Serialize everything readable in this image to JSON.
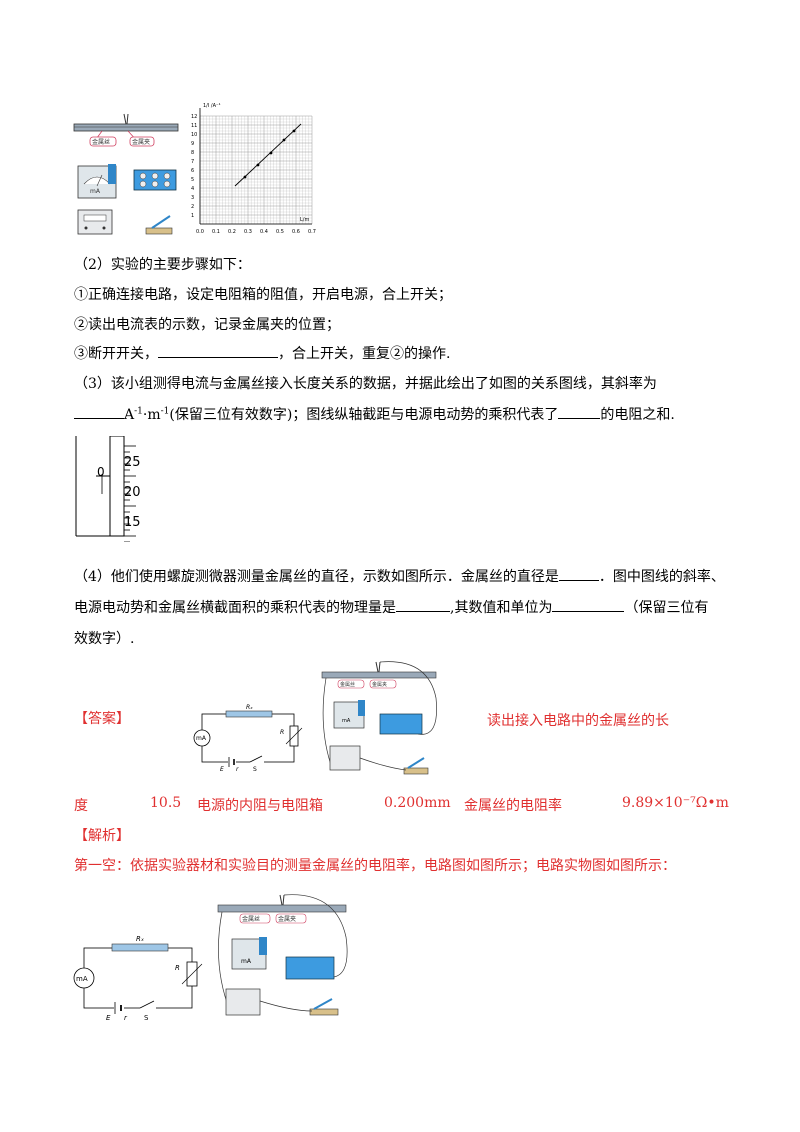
{
  "figure_top": {
    "rod_labels": [
      "金属丝",
      "金属夹"
    ],
    "ammeter_label": "mA",
    "graph": {
      "ylabel": "1/I /A⁻¹",
      "xlabel": "L/m",
      "yticks": [
        "1",
        "2",
        "3",
        "4",
        "5",
        "6",
        "7",
        "8",
        "9",
        "10",
        "11",
        "12"
      ],
      "xticks": [
        "0.0",
        "0.1",
        "0.2",
        "0.3",
        "0.4",
        "0.5",
        "0.6",
        "0.7"
      ]
    }
  },
  "step2": {
    "title": "（2）实验的主要步骤如下：",
    "s1": "①正确连接电路，设定电阻箱的阻值，开启电源，合上开关；",
    "s2": "②读出电流表的示数，记录金属夹的位置；",
    "s3_a": "③断开开关，",
    "s3_b": "，合上开关，重复②的操作."
  },
  "step3": {
    "a": "（3）该小组测得电流与金属丝接入长度关系的数据，并据此绘出了如图的关系图线，其斜率为",
    "unit_a": "A",
    "unit_exp1": "-1",
    "unit_b": "·m",
    "unit_exp2": "-1",
    "b": "(保留三位有效数字)；图线纵轴截距与电源电动势的乘积代表了",
    "c": "的电阻之和."
  },
  "micrometer": {
    "labels": [
      "25",
      "20",
      "15"
    ],
    "zero": "0"
  },
  "step4": {
    "a": "（4）他们使用螺旋测微器测量金属丝的直径，示数如图所示．金属丝的直径是",
    "b": "．图中图线的斜率、",
    "c": "电源电动势和金属丝横截面积的乘积代表的物理量是",
    "d": ",其数值和单位为",
    "e": "（保留三位有",
    "f": "效数字）."
  },
  "answer": {
    "label": "【答案】",
    "text1": "读出接入电路中的金属丝的长",
    "text2": "度",
    "v1": "10.5",
    "v2": "电源的内阻与电阻箱",
    "v3": "0.200mm",
    "v4": "金属丝的电阻率",
    "v5": "9.89×10⁻⁷Ω•m"
  },
  "analysis": {
    "label": "【解析】",
    "text": "第一空：依据实验器材和实验目的测量金属丝的电阻率，电路图如图所示；电路实物图如图所示："
  },
  "circuit": {
    "rx": "Rₓ",
    "r": "R",
    "ma": "mA",
    "e": "E",
    "rr": "r",
    "s": "S"
  }
}
